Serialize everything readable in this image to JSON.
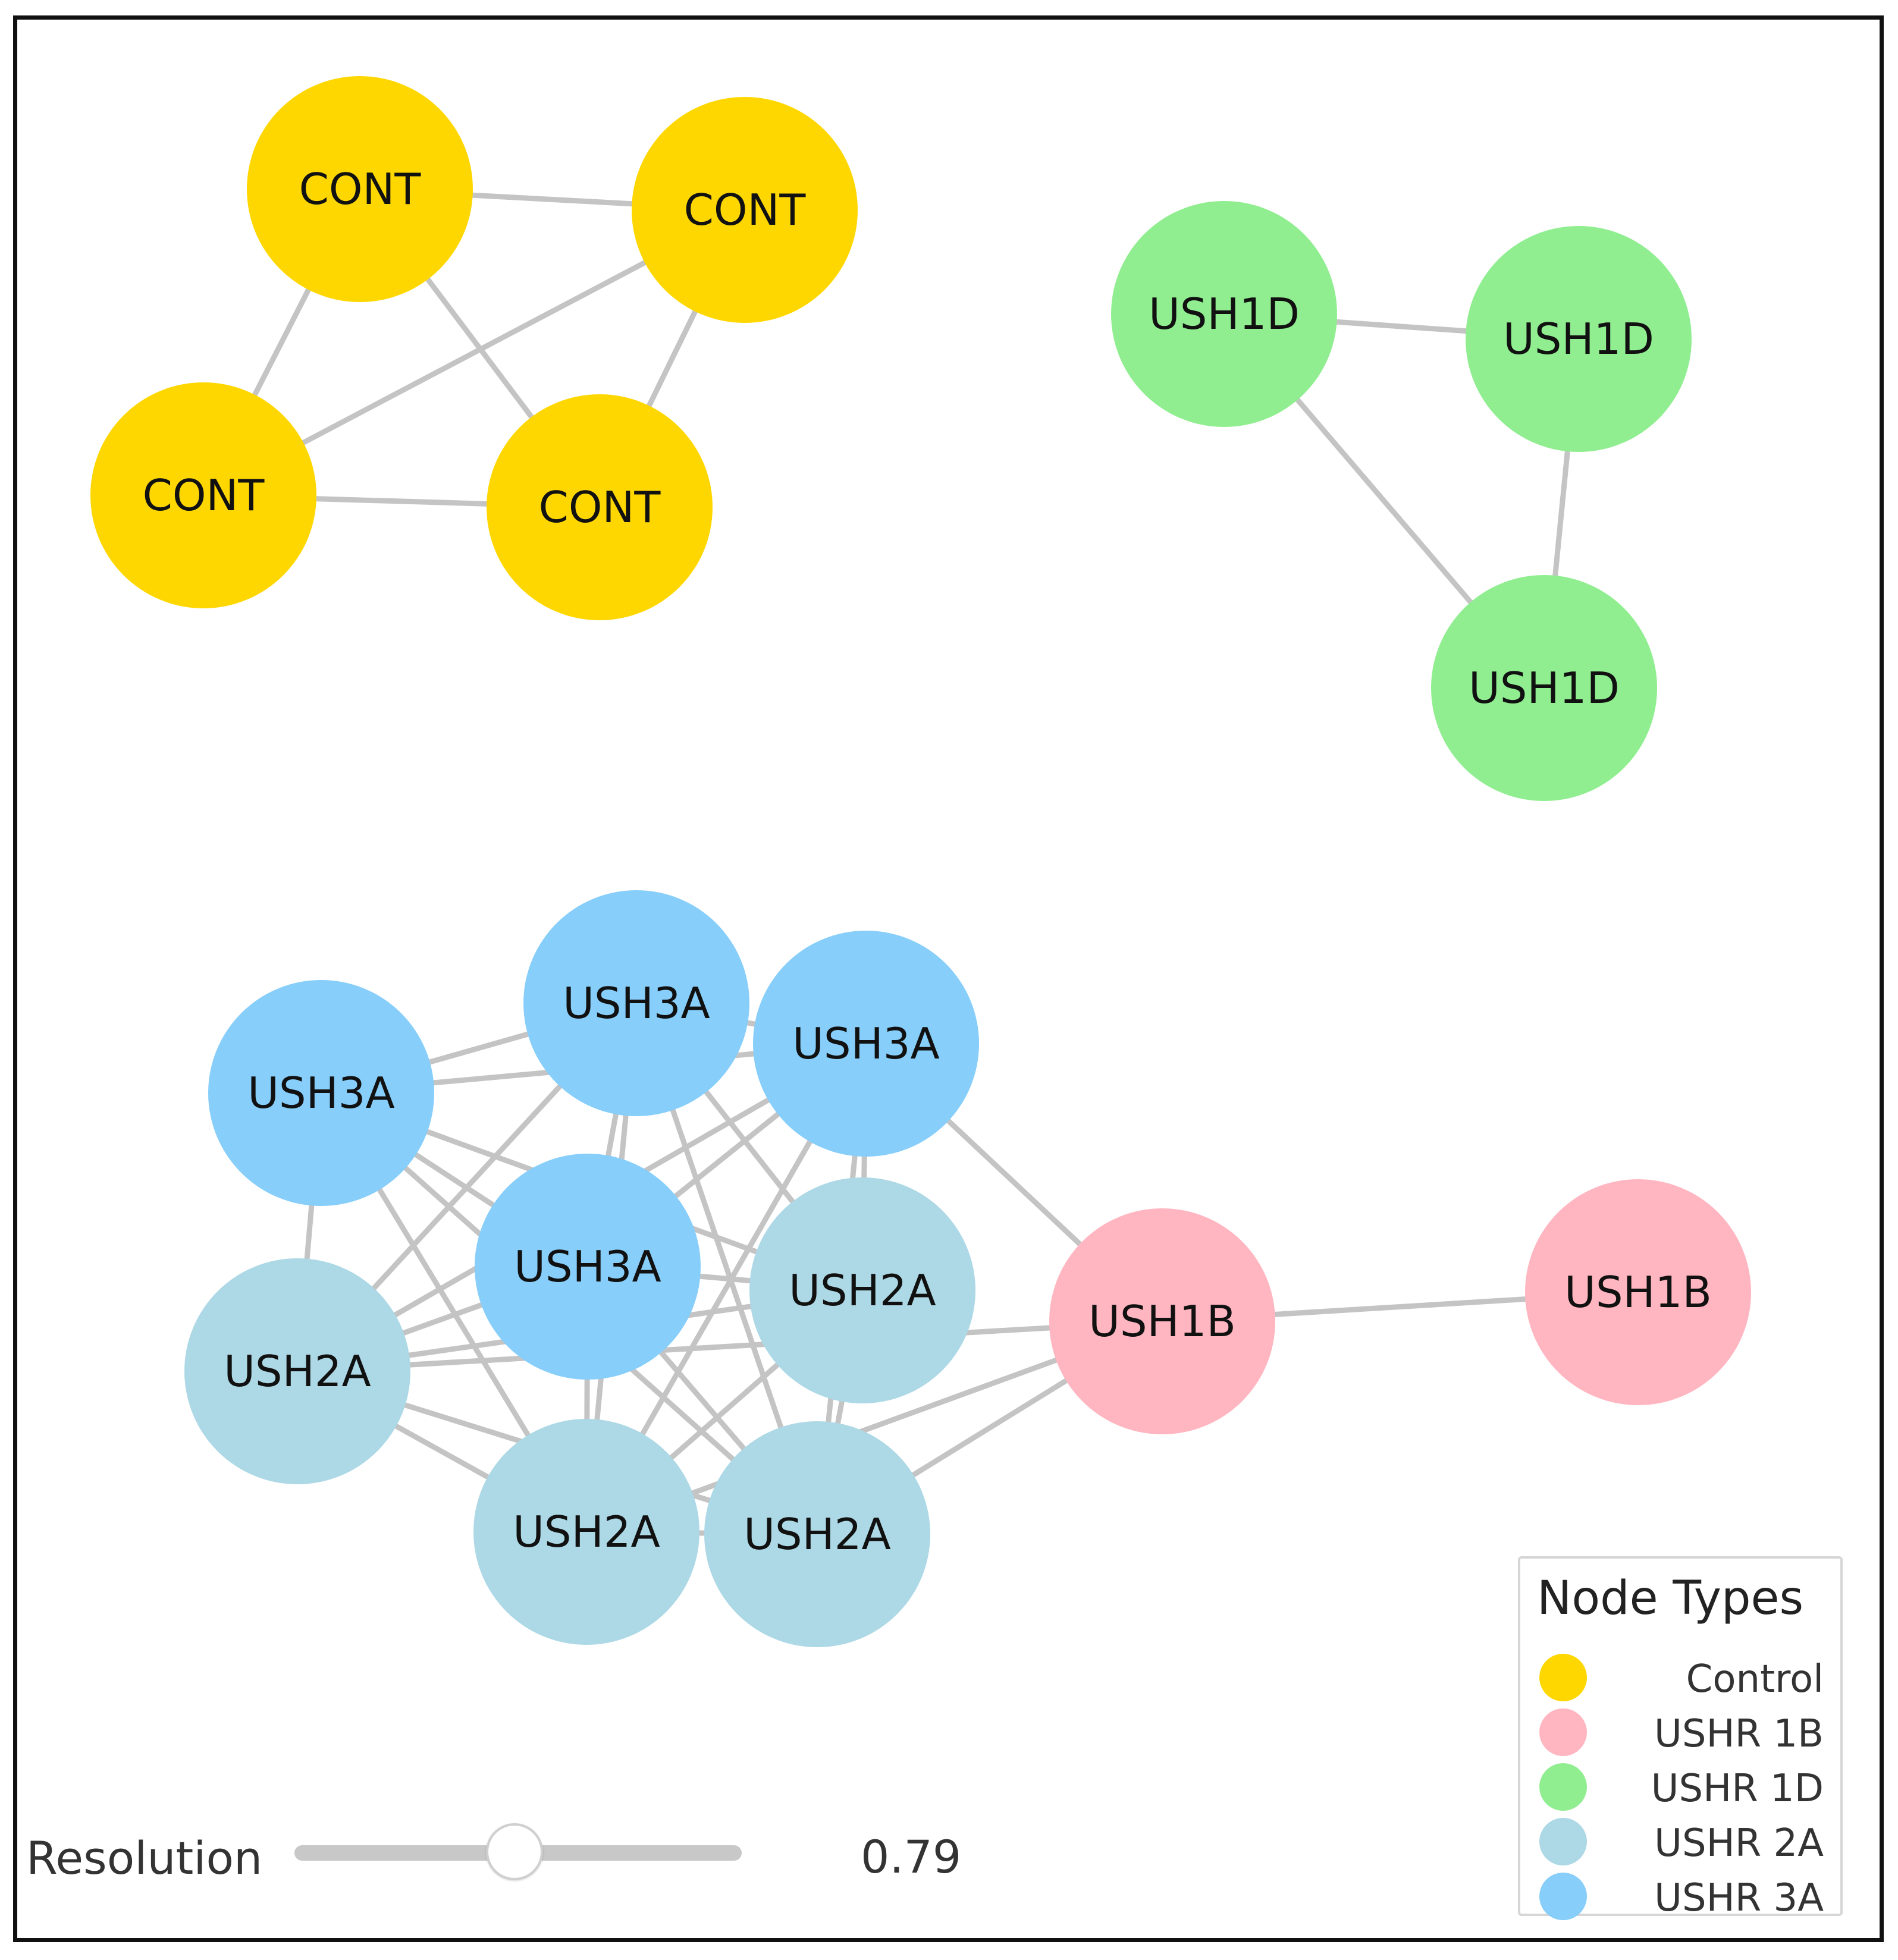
{
  "colors": {
    "control": "#FFD700",
    "ushr_1b": "#FFB6C1",
    "ushr_1d": "#90EE90",
    "ushr_2a": "#ADD8E6",
    "ushr_3a": "#87CEFA",
    "edge": "#C4C4C4"
  },
  "graph": {
    "nodes": [
      {
        "id": "c1",
        "label": "CONT",
        "type": "control"
      },
      {
        "id": "c2",
        "label": "CONT",
        "type": "control"
      },
      {
        "id": "c3",
        "label": "CONT",
        "type": "control"
      },
      {
        "id": "c4",
        "label": "CONT",
        "type": "control"
      },
      {
        "id": "d1",
        "label": "USH1D",
        "type": "ushr_1d"
      },
      {
        "id": "d2",
        "label": "USH1D",
        "type": "ushr_1d"
      },
      {
        "id": "d3",
        "label": "USH1D",
        "type": "ushr_1d"
      },
      {
        "id": "a3_1",
        "label": "USH3A",
        "type": "ushr_3a"
      },
      {
        "id": "a3_2",
        "label": "USH3A",
        "type": "ushr_3a"
      },
      {
        "id": "a3_3",
        "label": "USH3A",
        "type": "ushr_3a"
      },
      {
        "id": "a3_4",
        "label": "USH3A",
        "type": "ushr_3a"
      },
      {
        "id": "a2_1",
        "label": "USH2A",
        "type": "ushr_2a"
      },
      {
        "id": "a2_2",
        "label": "USH2A",
        "type": "ushr_2a"
      },
      {
        "id": "a2_3",
        "label": "USH2A",
        "type": "ushr_2a"
      },
      {
        "id": "a2_4",
        "label": "USH2A",
        "type": "ushr_2a"
      },
      {
        "id": "b1",
        "label": "USH1B",
        "type": "ushr_1b"
      },
      {
        "id": "b2",
        "label": "USH1B",
        "type": "ushr_1b"
      }
    ],
    "edges": [
      [
        "c1",
        "c2"
      ],
      [
        "c1",
        "c3"
      ],
      [
        "c1",
        "c4"
      ],
      [
        "c2",
        "c3"
      ],
      [
        "c2",
        "c4"
      ],
      [
        "c3",
        "c4"
      ],
      [
        "d1",
        "d2"
      ],
      [
        "d1",
        "d3"
      ],
      [
        "d2",
        "d3"
      ],
      [
        "a3_1",
        "a3_2"
      ],
      [
        "a3_1",
        "a3_3"
      ],
      [
        "a3_1",
        "a3_4"
      ],
      [
        "a3_1",
        "a2_1"
      ],
      [
        "a3_1",
        "a2_2"
      ],
      [
        "a3_1",
        "a2_3"
      ],
      [
        "a3_1",
        "a2_4"
      ],
      [
        "a3_2",
        "a3_3"
      ],
      [
        "a3_2",
        "a3_4"
      ],
      [
        "a3_2",
        "a2_1"
      ],
      [
        "a3_2",
        "a2_2"
      ],
      [
        "a3_2",
        "a2_3"
      ],
      [
        "a3_2",
        "a2_4"
      ],
      [
        "a3_3",
        "a3_4"
      ],
      [
        "a3_3",
        "a2_1"
      ],
      [
        "a3_3",
        "a2_2"
      ],
      [
        "a3_3",
        "a2_3"
      ],
      [
        "a3_3",
        "a2_4"
      ],
      [
        "a3_3",
        "b1"
      ],
      [
        "a3_4",
        "a2_1"
      ],
      [
        "a3_4",
        "a2_2"
      ],
      [
        "a3_4",
        "a2_3"
      ],
      [
        "a3_4",
        "a2_4"
      ],
      [
        "a2_1",
        "a2_2"
      ],
      [
        "a2_1",
        "a2_3"
      ],
      [
        "a2_1",
        "a2_4"
      ],
      [
        "a2_1",
        "b1"
      ],
      [
        "a2_2",
        "a2_3"
      ],
      [
        "a2_2",
        "a2_4"
      ],
      [
        "a2_3",
        "a2_4"
      ],
      [
        "a2_3",
        "b1"
      ],
      [
        "a2_4",
        "b1"
      ],
      [
        "b1",
        "b2"
      ]
    ]
  },
  "legend": {
    "title": "Node Types",
    "items": [
      {
        "label": "Control",
        "type": "control"
      },
      {
        "label": "USHR 1B",
        "type": "ushr_1b"
      },
      {
        "label": "USHR 1D",
        "type": "ushr_1d"
      },
      {
        "label": "USHR 2A",
        "type": "ushr_2a"
      },
      {
        "label": "USHR 3A",
        "type": "ushr_3a"
      }
    ]
  },
  "resolution": {
    "label": "Resolution",
    "value": 0.79,
    "value_text": "0.79"
  }
}
